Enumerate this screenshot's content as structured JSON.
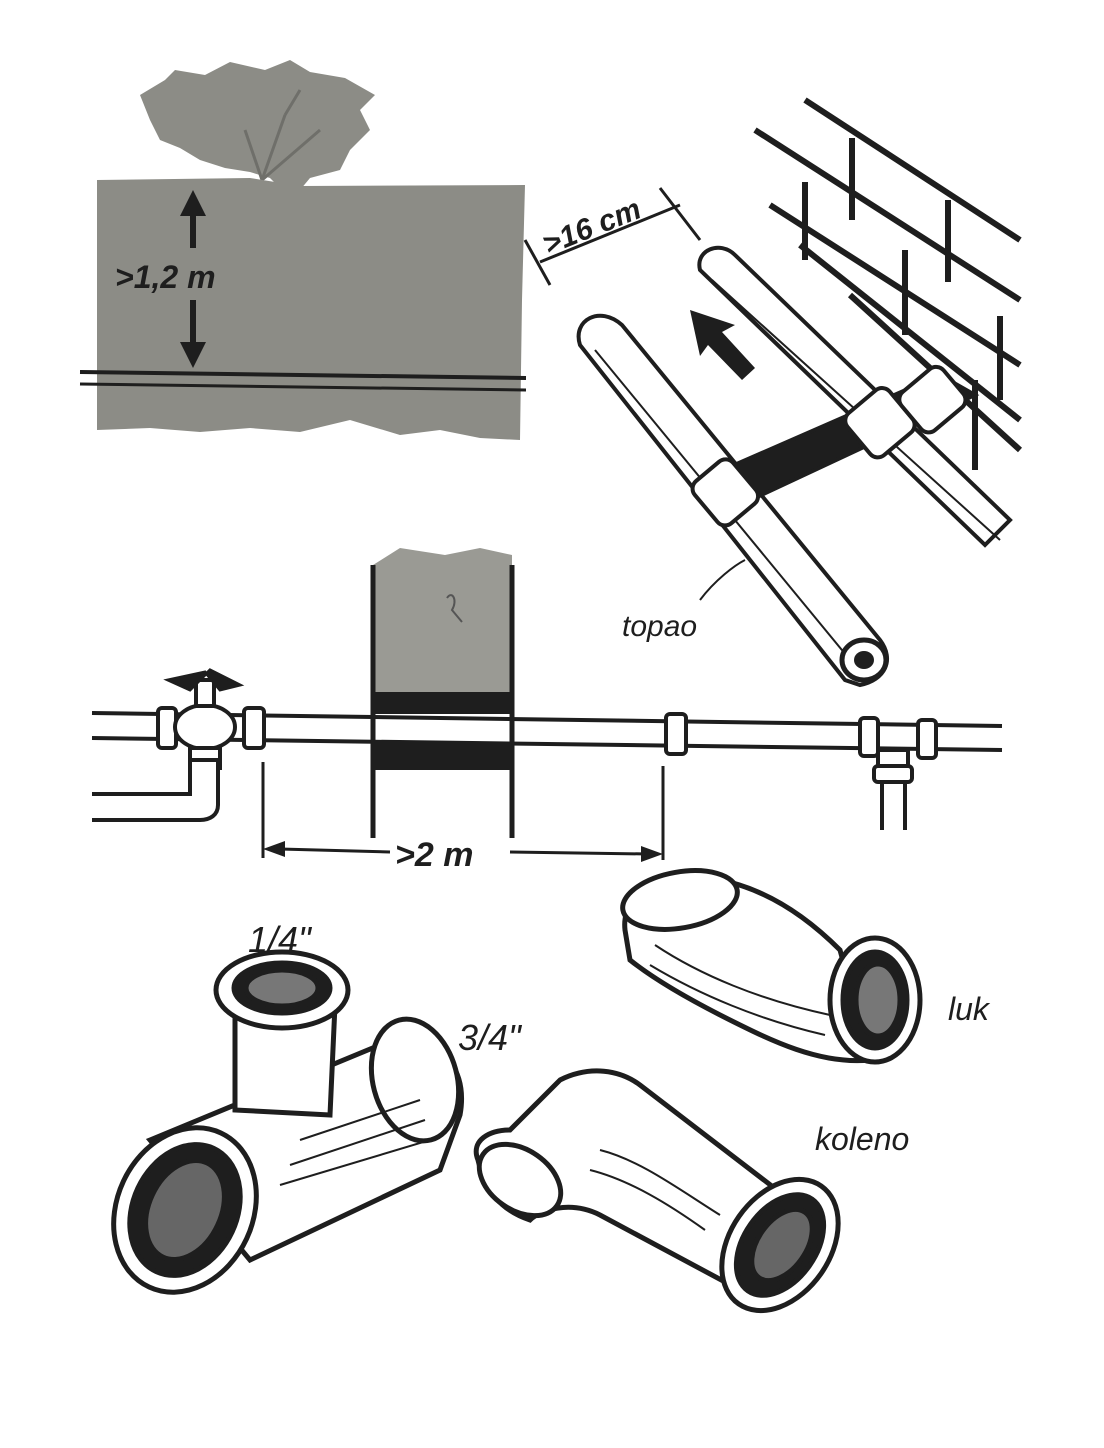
{
  "labels": {
    "depth": ">1,2 m",
    "wall_gap": ">16 cm",
    "insulation": "topao",
    "spacing": ">2 m",
    "tee_small_size": "1/4\"",
    "tee_large_size": "3/4\"",
    "bend": "luk",
    "elbow": "koleno"
  },
  "colors": {
    "ink": "#1e1e1e",
    "soil": "#8c8c86",
    "soil_dark": "#6f6f6a",
    "wall_block": "#9a9a94",
    "paper": "#ffffff"
  },
  "icons": {
    "tree": "tree-icon",
    "valve": "valve-icon",
    "arrow": "up-arrow-icon"
  }
}
